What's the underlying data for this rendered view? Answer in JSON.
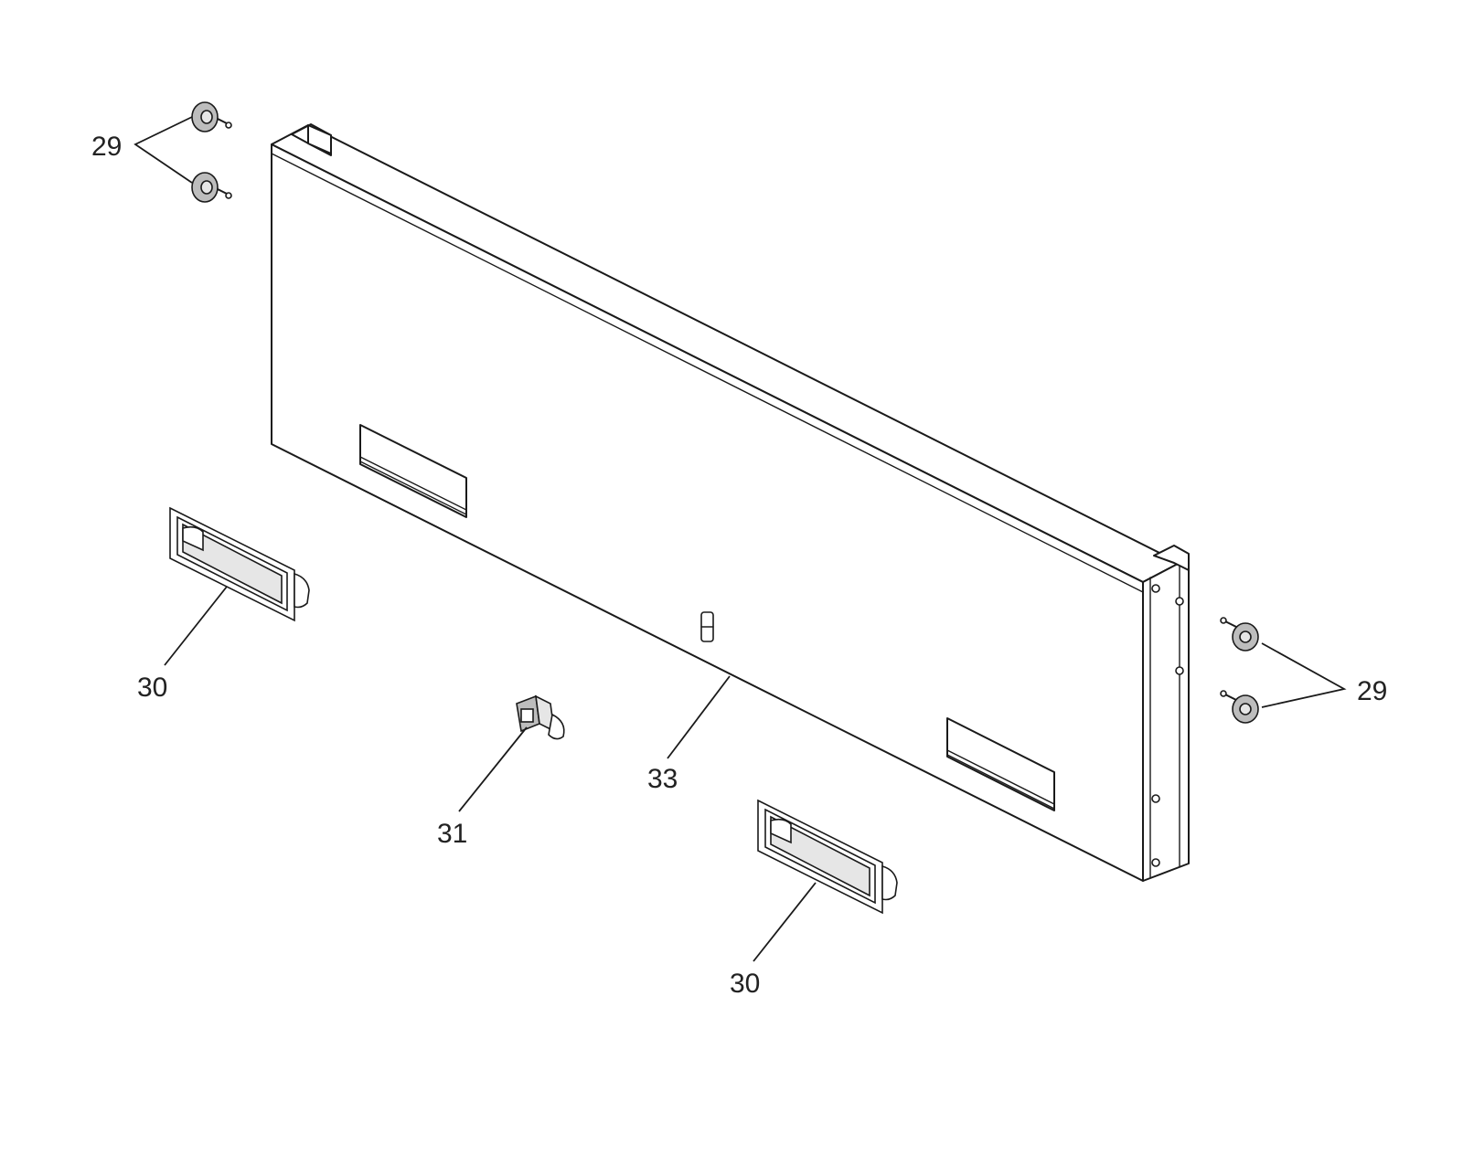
{
  "callouts": {
    "part_29_top_left": "29",
    "part_29_right": "29",
    "part_30_left": "30",
    "part_30_bottom": "30",
    "part_31": "31",
    "part_33": "33"
  },
  "colors": {
    "line": "#1a1a1a",
    "part_fill_grey": "#bdbdbd",
    "part_fill_light": "#e6e6e6",
    "background": "#ffffff"
  }
}
